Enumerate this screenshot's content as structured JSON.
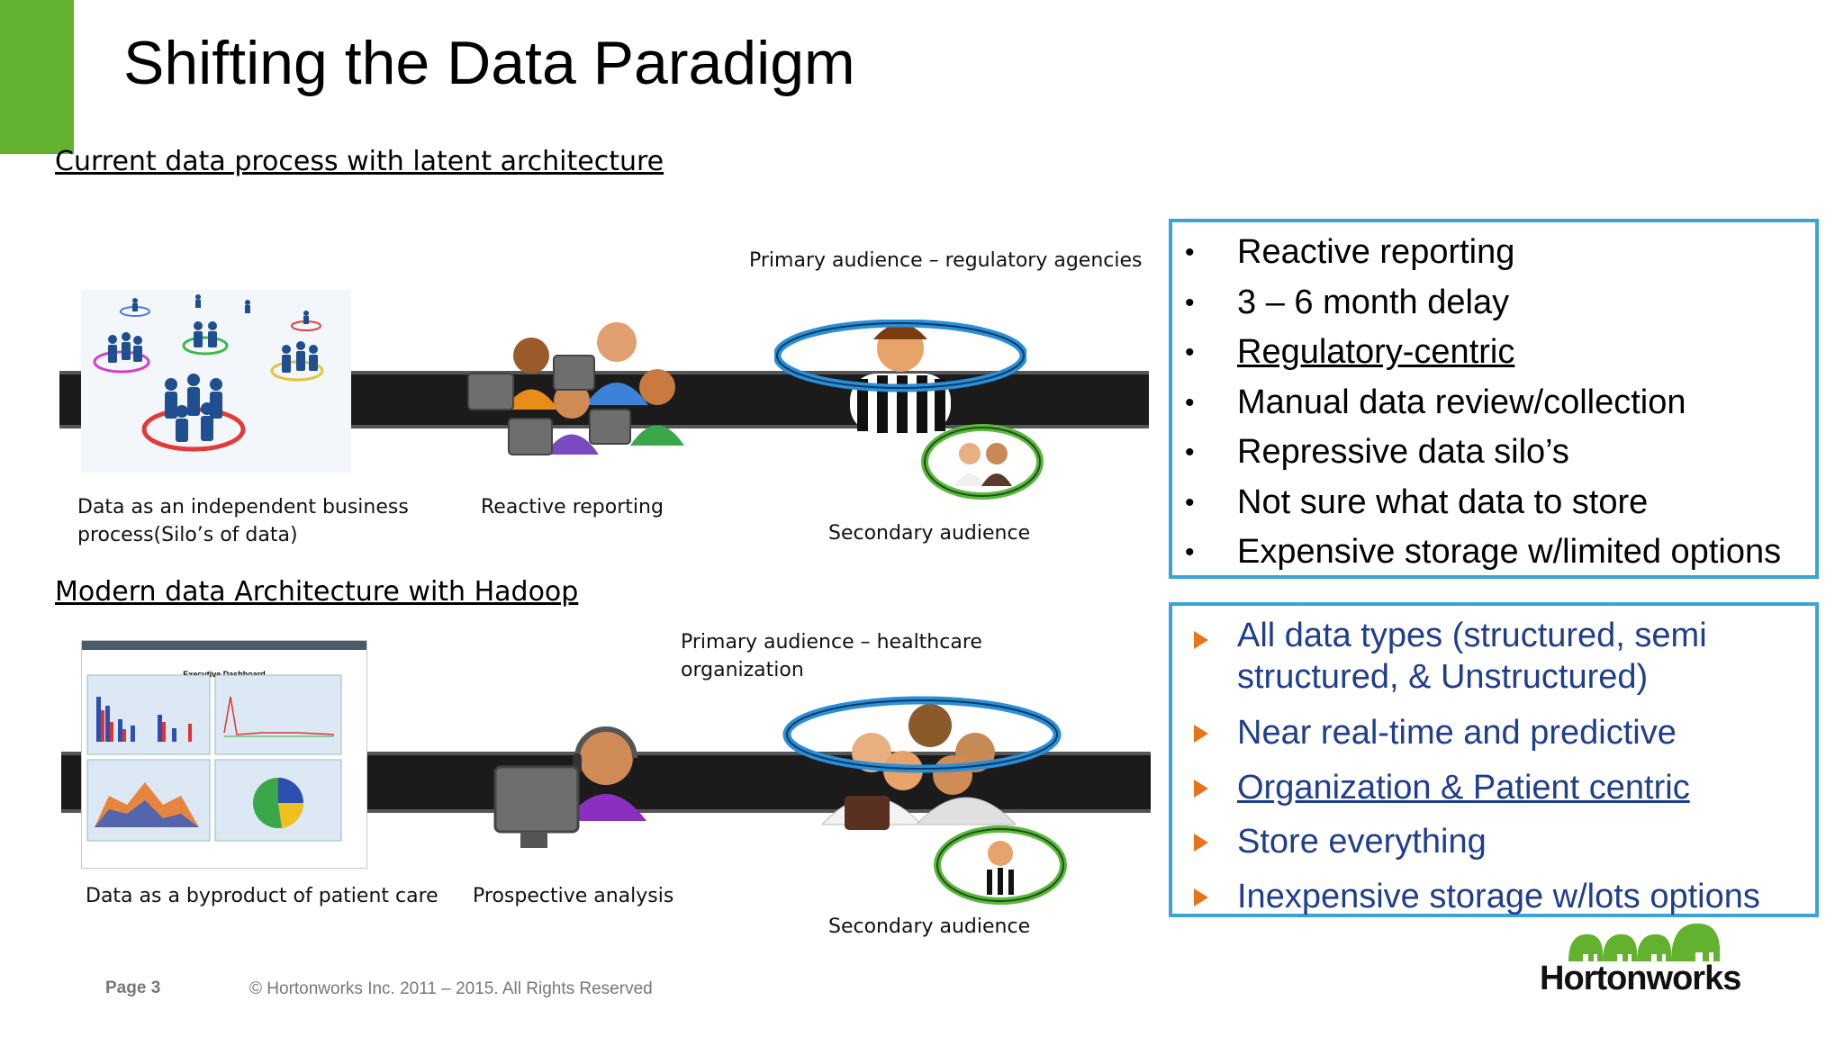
{
  "title": "Shifting the Data Paradigm",
  "current": {
    "heading": "Current data process with latent architecture",
    "label_silos": "Data as an independent business process(Silo’s of data)",
    "label_reporting": "Reactive reporting",
    "primary_audience": "Primary audience – regulatory agencies",
    "secondary_audience": "Secondary audience",
    "bullets": [
      "Reactive reporting",
      "3 – 6 month delay",
      "Regulatory-centric",
      "Manual data review/collection",
      "Repressive data silo’s",
      "Not sure what data to store",
      "Expensive storage w/limited options"
    ]
  },
  "modern": {
    "heading": "Modern data Architecture with Hadoop",
    "label_byproduct": "Data as a byproduct of patient care",
    "label_prospective": "Prospective analysis",
    "primary_audience": "Primary audience – healthcare organization",
    "secondary_audience": "Secondary audience",
    "dashboard_title": "Executive Dashboard",
    "bullets": [
      "All data types (structured, semi structured, & Unstructured)",
      "Near real-time and predictive",
      "Organization & Patient centric",
      "Store everything",
      "Inexpensive storage w/lots options"
    ]
  },
  "footer": {
    "page": "Page 3",
    "copyright": "© Hortonworks Inc. 2011 – 2015. All Rights Reserved",
    "brand": "Hortonworks"
  },
  "colors": {
    "accent_green": "#62b22f",
    "box_border": "#3aa4d6",
    "modern_text": "#1f3e8c",
    "arrow_orange": "#e8731d"
  }
}
